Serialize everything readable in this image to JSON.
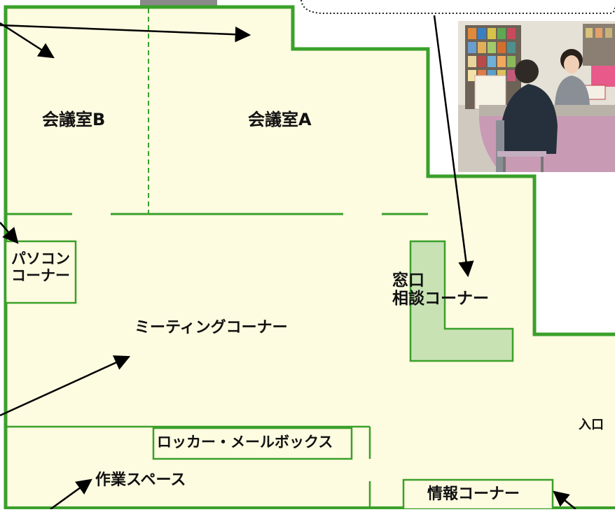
{
  "rooms": {
    "meeting_room_b": "会議室B",
    "meeting_room_a": "会議室A",
    "pc_corner_line1": "パソコン",
    "pc_corner_line2": "コーナー",
    "meeting_corner": "ミーティングコーナー",
    "counter_line1": "窓口",
    "counter_line2": "相談コーナー",
    "locker_mailbox": "ロッカー・メールボックス",
    "work_space": "作業スペース",
    "info_corner": "情報コーナー",
    "entrance": "入口"
  },
  "colors": {
    "floor": "#fdfbe0",
    "wall": "#3aa02a",
    "counter_fill": "#c8e2b4",
    "arrow": "#000000"
  },
  "photo": {
    "icon": "consultation-photo"
  }
}
